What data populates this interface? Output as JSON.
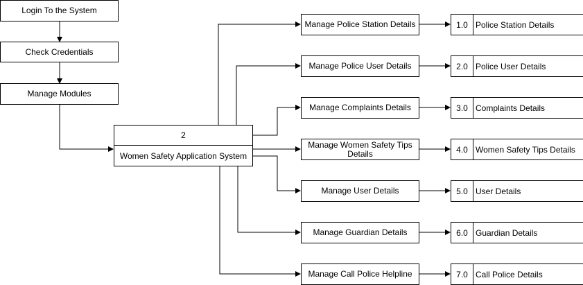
{
  "diagram": {
    "steps": [
      {
        "label": "Login To the System"
      },
      {
        "label": "Check Credentials"
      },
      {
        "label": "Manage Modules"
      }
    ],
    "system": {
      "number": "2",
      "name": "Women Safety Application System"
    },
    "processes": [
      {
        "label": "Manage Police Station Details",
        "ds_num": "1.0",
        "ds_label": "Police Station Details"
      },
      {
        "label": "Manage Police User Details",
        "ds_num": "2.0",
        "ds_label": "Police User Details"
      },
      {
        "label": "Manage Complaints Details",
        "ds_num": "3.0",
        "ds_label": "Complaints Details"
      },
      {
        "label": "Manage Women Safety Tips Details",
        "ds_num": "4.0",
        "ds_label": "Women Safety Tips Details"
      },
      {
        "label": "Manage User Details",
        "ds_num": "5.0",
        "ds_label": "User Details"
      },
      {
        "label": "Manage Guardian Details",
        "ds_num": "6.0",
        "ds_label": "Guardian Details"
      },
      {
        "label": "Manage Call Police Helpline",
        "ds_num": "7.0",
        "ds_label": "Call Police Details"
      }
    ]
  }
}
